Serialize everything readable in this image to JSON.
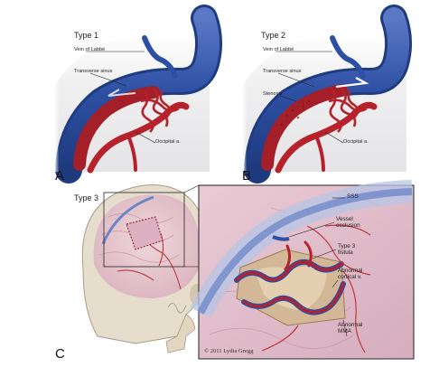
{
  "panelA": {
    "panel_label": "A",
    "type_label": "Type 1",
    "annotations": {
      "vein": "Vein of Labbé",
      "sinus": "Transverse sinus",
      "occipital": "Occipital a."
    }
  },
  "panelB": {
    "panel_label": "B",
    "type_label": "Type 2",
    "annotations": {
      "vein": "Vein of Labbé",
      "sinus": "Transverse sinus",
      "stenosis": "Stenosis",
      "occipital": "Occipital a."
    }
  },
  "panelC": {
    "panel_label": "C",
    "type_label": "Type 3",
    "annotations": {
      "sss": "SSS",
      "vessel_occlusion": "Vessel occlusion",
      "fistula": "Type 3 fistula",
      "cortical": "Abnormal cortical v.",
      "mma": "Abnormal MMA"
    },
    "copyright": "© 2011 Lydia Gregg"
  },
  "colors": {
    "vein_blue": "#2d4fa3",
    "artery_red": "#b5222b",
    "bone": "#e6ddcd",
    "brain_pink": "#e8c6d2"
  }
}
